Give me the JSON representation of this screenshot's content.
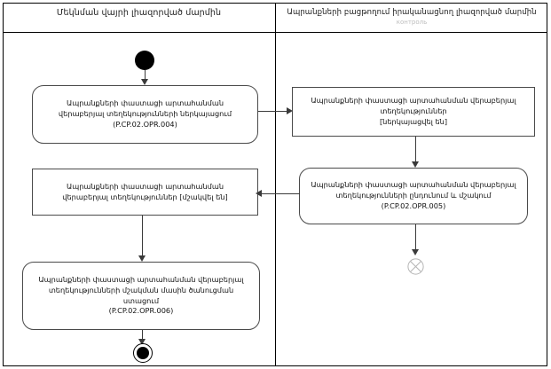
{
  "diagram": {
    "type": "uml-activity-diagram",
    "swimlanes": [
      {
        "id": "left",
        "title": "Մեկնման վայրի լիազորված մարմին",
        "subtitle": ""
      },
      {
        "id": "right",
        "title": "Ապրանքների բացթողում իրականացնող լիազորված մարմին",
        "subtitle": "контроль"
      }
    ],
    "nodes": {
      "initial": {
        "name": "initial-node",
        "label": ""
      },
      "activity_opr004": {
        "kind": "activity",
        "lane": "left",
        "label": "Ապրանքների փաստացի արտահանման\nվերաբերյալ տեղեկությունների ներկայացում\n(P.CP.02.OPR.004)",
        "code": "P.CP.02.OPR.004"
      },
      "object_submitted": {
        "kind": "object",
        "lane": "right",
        "label": "Ապրանքների փաստացի արտահանման վերաբերյալ\nտեղեկություններ\n[ներկայացվել են]",
        "state": "[ներկայացվել են]"
      },
      "activity_opr005": {
        "kind": "activity",
        "lane": "right",
        "label": "Ապրանքների փաստացի արտահանման վերաբերյալ\nտեղեկությունների ընդունում և մշակում\n(P.CP.02.OPR.005)",
        "code": "P.CP.02.OPR.005"
      },
      "object_processed": {
        "kind": "object",
        "lane": "left",
        "label": "Ապրանքների փաստացի արտահանման\nվերաբերյալ տեղեկություններ [մշակվել են]",
        "state": "[մշակվել են]"
      },
      "activity_opr006": {
        "kind": "activity",
        "lane": "left",
        "label": "Ապրանքների փաստացի արտահանման վերաբերյալ\nտեղեկությունների մշակման մասին ծանուցման\nստացում\n(P.CP.02.OPR.006)",
        "code": "P.CP.02.OPR.006"
      },
      "flow_final": {
        "name": "flow-final-node",
        "label": ""
      },
      "final": {
        "name": "final-node",
        "label": ""
      }
    }
  }
}
